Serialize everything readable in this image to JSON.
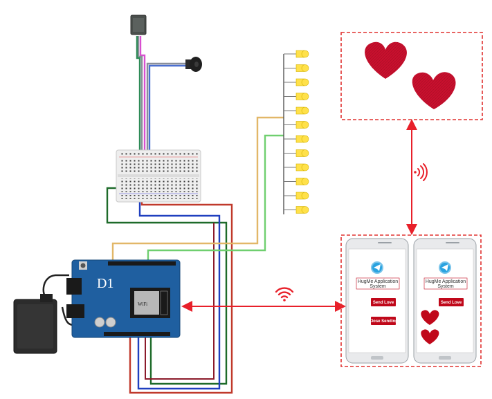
{
  "board": {
    "label": "D1",
    "wifi_module_text": "WiFi",
    "color": "#1f5fa0"
  },
  "app": {
    "title_line1": "HugMe Application",
    "title_line2": "System",
    "send_love_label": "Send Love",
    "close_sending_label": "Close Sending",
    "button_color": "#c0081a",
    "icon": "telegram-icon"
  },
  "display": {
    "heart_count": 2,
    "heart_color": "#c8102e",
    "border_color": "#e0302f"
  },
  "leds": {
    "count": 12,
    "color": "#ffe14a"
  },
  "wires": {
    "yellow": "#e2b768",
    "green": "#6fcf6f",
    "red": "#c0392b",
    "blue": "#1f3fbf",
    "dark_green": "#1e6b2a",
    "pink": "#d84fd0"
  },
  "connections": {
    "link_color": "#e8202a",
    "wifi_icon": "wifi-icon",
    "signal_icon": "signal-icon"
  }
}
